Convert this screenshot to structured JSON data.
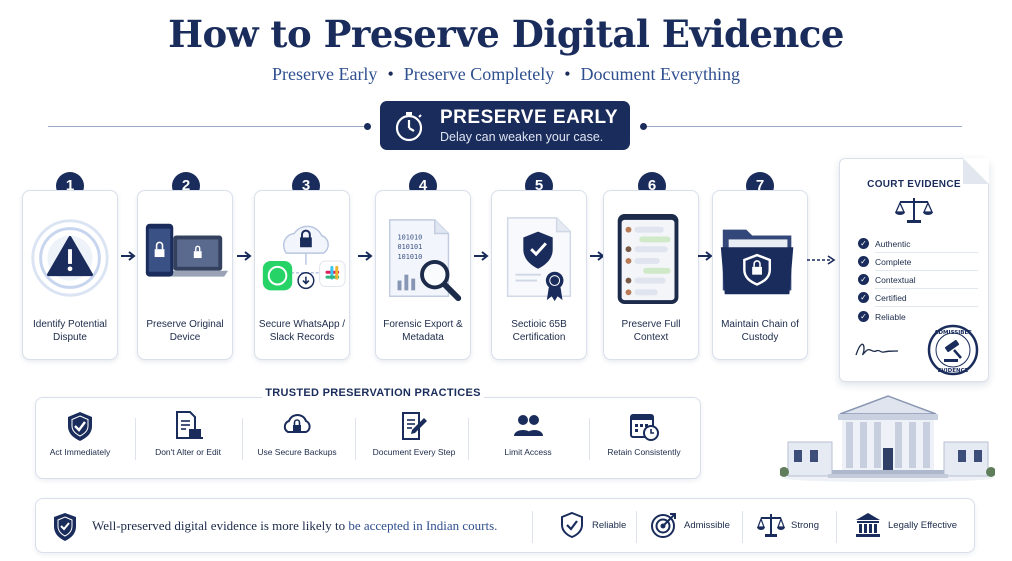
{
  "title": "How to Preserve Digital Evidence",
  "subtitle": {
    "parts": [
      "Preserve Early",
      "Preserve Completely",
      "Document Everything"
    ],
    "separator": "•"
  },
  "banner": {
    "icon": "stopwatch-icon",
    "heading": "PRESERVE EARLY",
    "subtext": "Delay can weaken your case."
  },
  "steps": [
    {
      "number": "1",
      "label": "Identify Potential Dispute",
      "icon": "warning-icon"
    },
    {
      "number": "2",
      "label": "Preserve Original Device",
      "icon": "devices-lock-icon"
    },
    {
      "number": "3",
      "label": "Secure WhatsApp / Slack Records",
      "icon": "cloud-lock-icon"
    },
    {
      "number": "4",
      "label": "Forensic Export & Metadata",
      "icon": "document-magnifier-icon"
    },
    {
      "number": "5",
      "label": "Sectioic 65B Certification",
      "icon": "certificate-icon"
    },
    {
      "number": "6",
      "label": "Preserve Full Context",
      "icon": "phone-chat-icon"
    },
    {
      "number": "7",
      "label": "Maintain Chain of Custody",
      "icon": "folder-lock-icon"
    }
  ],
  "court_evidence": {
    "heading": "COURT EVIDENCE",
    "items": [
      "Authentic",
      "Complete",
      "Contextual",
      "Certified",
      "Reliable"
    ],
    "stamp_text": "ADMISSIBLE EVIDENCE"
  },
  "practices": {
    "title": "TRUSTED PRESERVATION PRACTICES",
    "items": [
      {
        "label": "Act Immediately",
        "icon": "shield-check-icon"
      },
      {
        "label": "Don't Alter or Edit",
        "icon": "document-laptop-icon"
      },
      {
        "label": "Use Secure Backups",
        "icon": "cloud-lock-icon"
      },
      {
        "label": "Document Every Step",
        "icon": "edit-document-icon"
      },
      {
        "label": "Limit Access",
        "icon": "users-icon"
      },
      {
        "label": "Retain Consistently",
        "icon": "calendar-clock-icon"
      }
    ]
  },
  "bottom_bar": {
    "message_start": "Well-preserved digital evidence is more likely to ",
    "message_highlight": "be accepted in Indian courts.",
    "badges": [
      {
        "label": "Reliable",
        "icon": "shield-check-icon"
      },
      {
        "label": "Admissible",
        "icon": "target-icon"
      },
      {
        "label": "Strong",
        "icon": "scales-icon"
      },
      {
        "label": "Legally Effective",
        "icon": "courthouse-icon"
      }
    ]
  },
  "colors": {
    "navy": "#1a2c5b",
    "accent_blue": "#2f4f8f",
    "border": "#d9dfeb"
  }
}
